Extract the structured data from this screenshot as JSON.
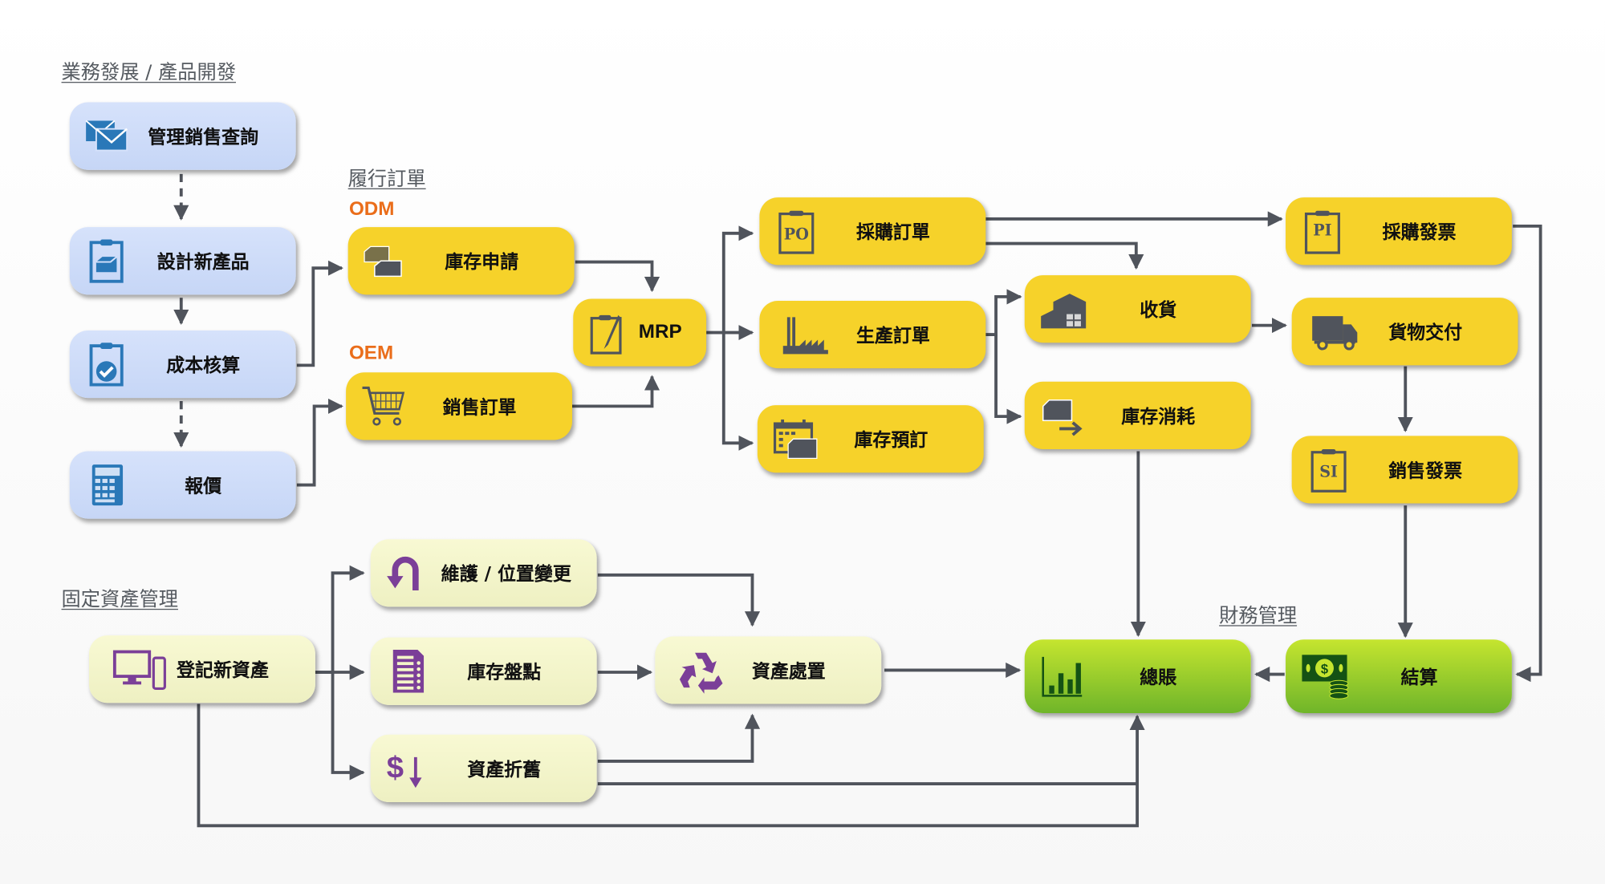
{
  "sections": {
    "business": "業務發展 / 產品開發",
    "fulfillment": "履行訂單",
    "fixed_assets": "固定資產管理",
    "finance": "財務管理"
  },
  "tags": {
    "odm": "ODM",
    "oem": "OEM"
  },
  "nodes": {
    "sales_inquiry": "管理銷售查詢",
    "design_product": "設計新產品",
    "costing": "成本核算",
    "quotation": "報價",
    "stock_request": "庫存申請",
    "sales_order": "銷售訂單",
    "mrp": "MRP",
    "purchase_order": "採購訂單",
    "production_order": "生產訂單",
    "stock_reservation": "庫存預訂",
    "receiving": "收貨",
    "stock_consumption": "庫存消耗",
    "purchase_invoice": "採購發票",
    "delivery": "貨物交付",
    "sales_invoice": "銷售發票",
    "general_ledger": "總賬",
    "settlement": "結算",
    "register_asset": "登記新資產",
    "maintenance": "維護 / 位置變更",
    "stocktake": "庫存盤點",
    "depreciation": "資產折舊",
    "disposal": "資產處置"
  },
  "icon_text": {
    "po": "PO",
    "pi": "PI",
    "si": "SI",
    "dollar": "$"
  },
  "colors": {
    "blue_node": "#c9d8f7",
    "yellow_node": "#f6d22a",
    "cream_node": "#f3f5c8",
    "green_node": "#8cc82c",
    "connector": "#50545c",
    "tag_orange": "#ea6d1a",
    "blue_icon": "#2a78b8",
    "purple_icon": "#7b3f98",
    "green_icon": "#145214"
  }
}
